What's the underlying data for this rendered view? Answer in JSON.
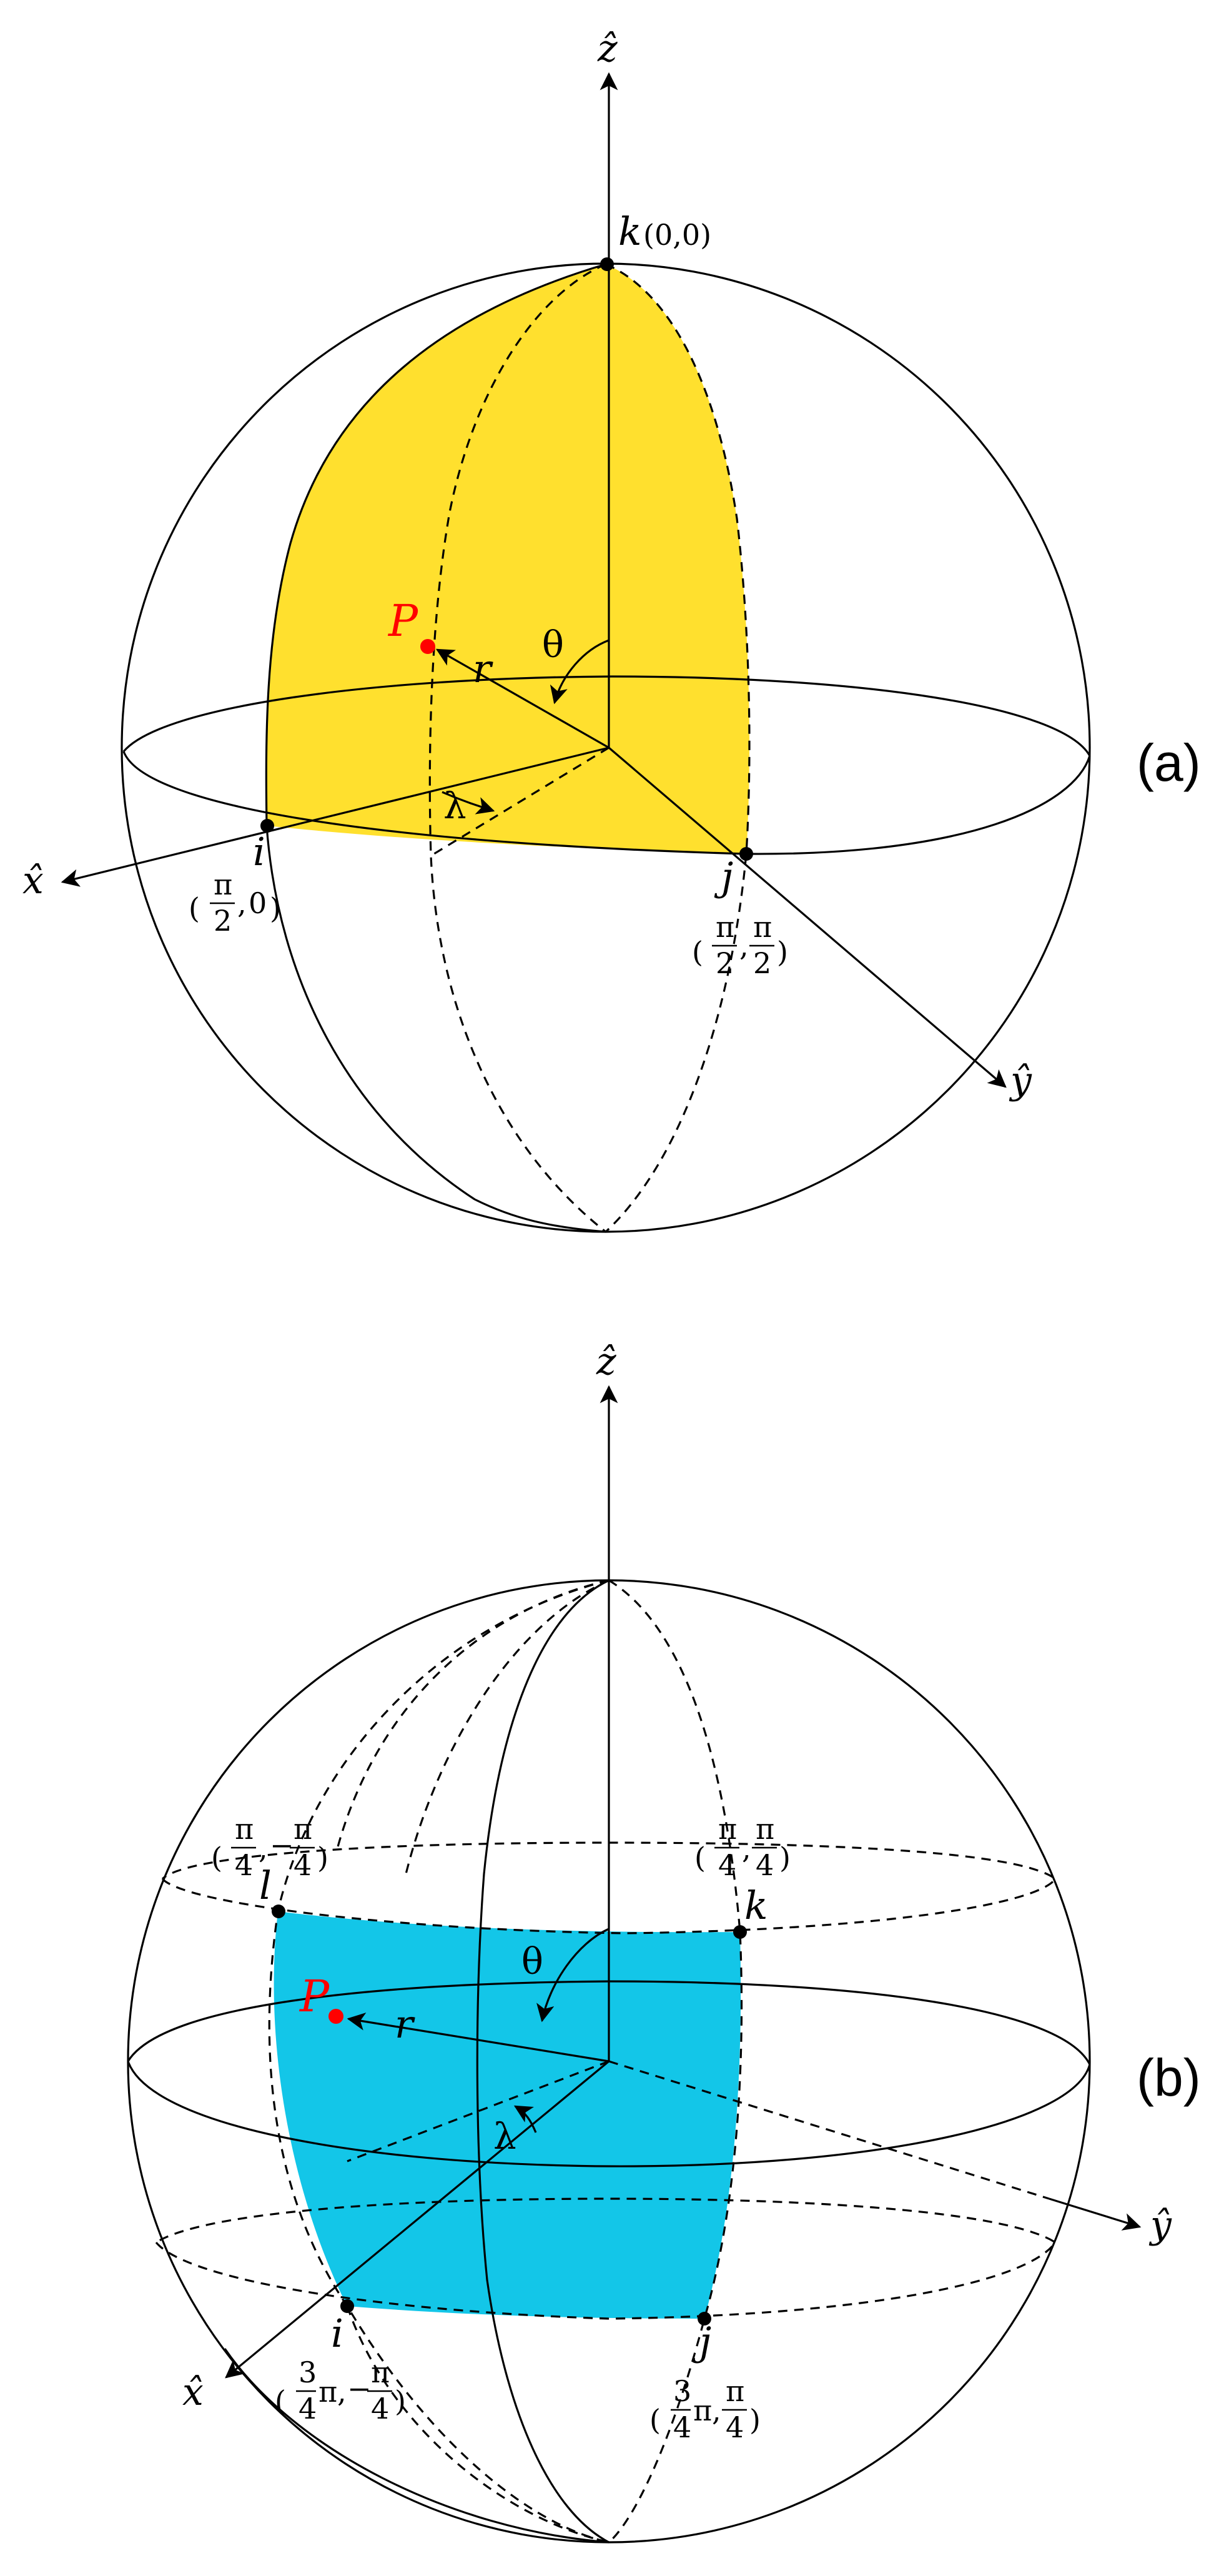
{
  "colors": {
    "panel_a_fill": "#FFE02E",
    "panel_b_fill": "#13C6E8",
    "point_p": "#FF0000",
    "lines": "#000000"
  },
  "panel_a": {
    "label": "(a)",
    "axes": {
      "x": "x̂",
      "y": "ŷ",
      "z": "ẑ"
    },
    "point_p": "P",
    "radius_label": "r",
    "theta_label": "θ",
    "lambda_label": "λ",
    "vertices": [
      {
        "name": "k",
        "coord": "(0,0)"
      },
      {
        "name": "i",
        "coord_num": "π",
        "coord_den": "2",
        "coord_second": "0"
      },
      {
        "name": "j",
        "coord_num": "π",
        "coord_den": "2",
        "coord_second_num": "π",
        "coord_second_den": "2"
      }
    ]
  },
  "panel_b": {
    "label": "(b)",
    "axes": {
      "x": "x̂",
      "y": "ŷ",
      "z": "ẑ"
    },
    "point_p": "P",
    "radius_label": "r",
    "theta_label": "θ",
    "lambda_label": "λ",
    "vertices": [
      {
        "name": "l",
        "first_num": "π",
        "first_den": "4",
        "second_sign": "−",
        "second_num": "π",
        "second_den": "4"
      },
      {
        "name": "k",
        "first_num": "π",
        "first_den": "4",
        "second_sign": "",
        "second_num": "π",
        "second_den": "4"
      },
      {
        "name": "i",
        "first_num": "3",
        "first_den": "4",
        "first_suffix": "π",
        "second_sign": "−",
        "second_num": "π",
        "second_den": "4"
      },
      {
        "name": "j",
        "first_num": "3",
        "first_den": "4",
        "first_suffix": "π",
        "second_sign": "",
        "second_num": "π",
        "second_den": "4"
      }
    ]
  }
}
